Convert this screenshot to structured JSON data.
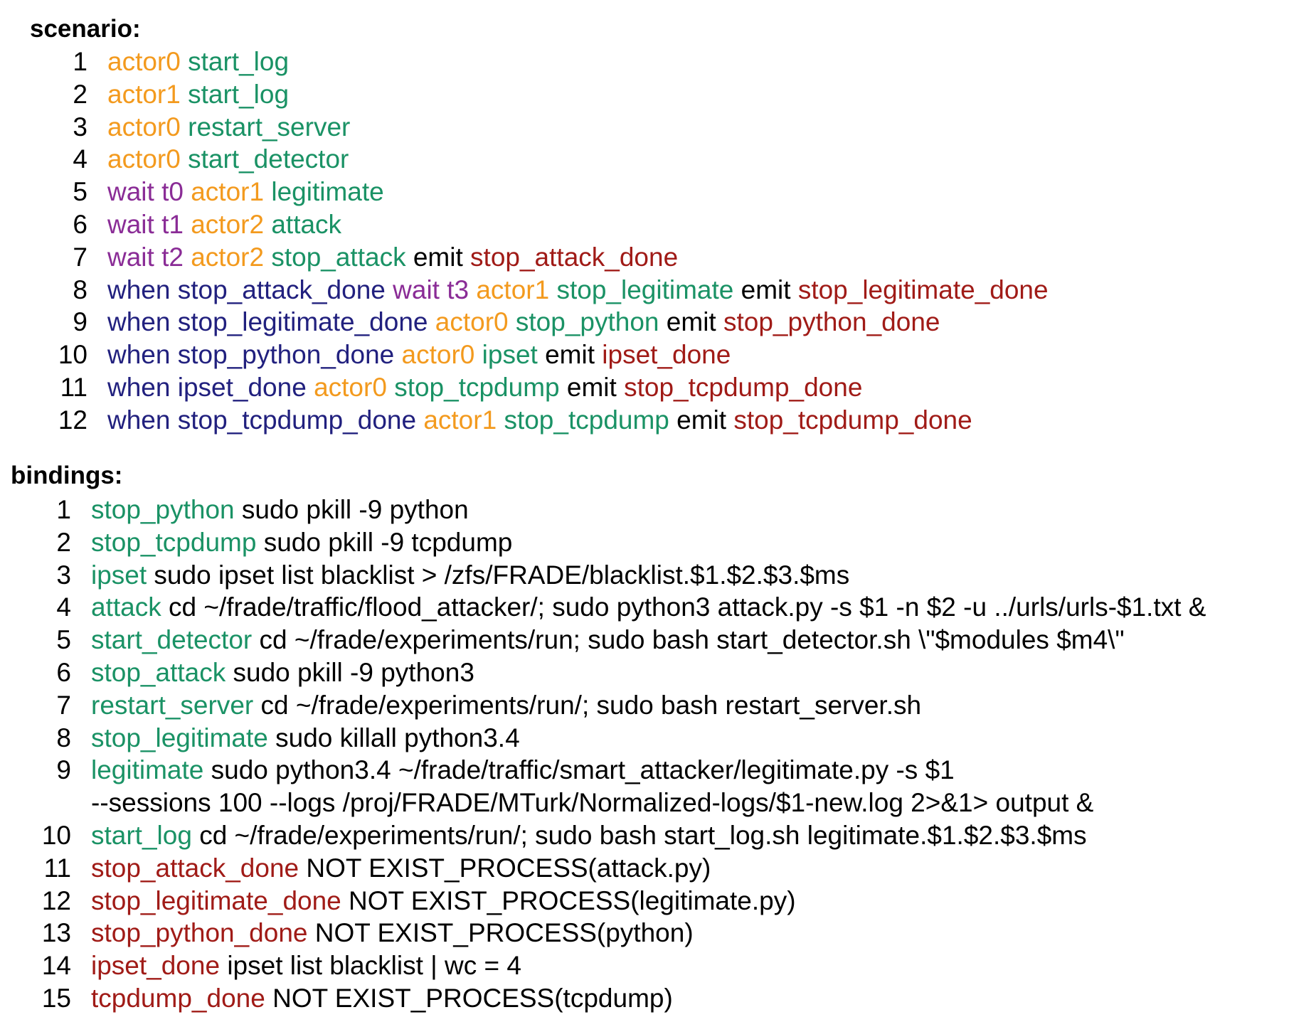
{
  "colors": {
    "actor": "#f39a1e",
    "action": "#1a9265",
    "wait": "#8a2c96",
    "when": "#21207e",
    "signal": "#a01b17",
    "plain": "#000000"
  },
  "scenario": {
    "title": "scenario:",
    "lines": [
      {
        "num": "1",
        "tokens": [
          {
            "text": "actor0",
            "role": "actor"
          },
          {
            "text": " ",
            "role": "plain"
          },
          {
            "text": "start_log",
            "role": "action"
          }
        ]
      },
      {
        "num": "2",
        "tokens": [
          {
            "text": "actor1",
            "role": "actor"
          },
          {
            "text": " ",
            "role": "plain"
          },
          {
            "text": "start_log",
            "role": "action"
          }
        ]
      },
      {
        "num": "3",
        "tokens": [
          {
            "text": "actor0",
            "role": "actor"
          },
          {
            "text": " ",
            "role": "plain"
          },
          {
            "text": "restart_server",
            "role": "action"
          }
        ]
      },
      {
        "num": "4",
        "tokens": [
          {
            "text": "actor0",
            "role": "actor"
          },
          {
            "text": " ",
            "role": "plain"
          },
          {
            "text": "start_detector",
            "role": "action"
          }
        ]
      },
      {
        "num": "5",
        "tokens": [
          {
            "text": "wait t0",
            "role": "wait"
          },
          {
            "text": " ",
            "role": "plain"
          },
          {
            "text": "actor1",
            "role": "actor"
          },
          {
            "text": " ",
            "role": "plain"
          },
          {
            "text": "legitimate",
            "role": "action"
          }
        ]
      },
      {
        "num": "6",
        "tokens": [
          {
            "text": "wait t1",
            "role": "wait"
          },
          {
            "text": " ",
            "role": "plain"
          },
          {
            "text": "actor2",
            "role": "actor"
          },
          {
            "text": " ",
            "role": "plain"
          },
          {
            "text": "attack",
            "role": "action"
          }
        ]
      },
      {
        "num": "7",
        "tokens": [
          {
            "text": "wait t2",
            "role": "wait"
          },
          {
            "text": " ",
            "role": "plain"
          },
          {
            "text": "actor2",
            "role": "actor"
          },
          {
            "text": " ",
            "role": "plain"
          },
          {
            "text": "stop_attack",
            "role": "action"
          },
          {
            "text": " emit ",
            "role": "plain"
          },
          {
            "text": "stop_attack_done",
            "role": "signal"
          }
        ]
      },
      {
        "num": "8",
        "tokens": [
          {
            "text": "when stop_attack_done",
            "role": "when"
          },
          {
            "text": " ",
            "role": "plain"
          },
          {
            "text": "wait t3",
            "role": "wait"
          },
          {
            "text": " ",
            "role": "plain"
          },
          {
            "text": "actor1",
            "role": "actor"
          },
          {
            "text": " ",
            "role": "plain"
          },
          {
            "text": "stop_legitimate",
            "role": "action"
          },
          {
            "text": " emit ",
            "role": "plain"
          },
          {
            "text": "stop_legitimate_done",
            "role": "signal"
          }
        ]
      },
      {
        "num": "9",
        "tokens": [
          {
            "text": "when stop_legitimate_done",
            "role": "when"
          },
          {
            "text": " ",
            "role": "plain"
          },
          {
            "text": "actor0",
            "role": "actor"
          },
          {
            "text": " ",
            "role": "plain"
          },
          {
            "text": "stop_python",
            "role": "action"
          },
          {
            "text": " emit ",
            "role": "plain"
          },
          {
            "text": "stop_python_done",
            "role": "signal"
          }
        ]
      },
      {
        "num": "10",
        "tokens": [
          {
            "text": "when stop_python_done",
            "role": "when"
          },
          {
            "text": " ",
            "role": "plain"
          },
          {
            "text": "actor0",
            "role": "actor"
          },
          {
            "text": " ",
            "role": "plain"
          },
          {
            "text": "ipset",
            "role": "action"
          },
          {
            "text": " emit ",
            "role": "plain"
          },
          {
            "text": "ipset_done",
            "role": "signal"
          }
        ]
      },
      {
        "num": "11",
        "tokens": [
          {
            "text": "when ipset_done",
            "role": "when"
          },
          {
            "text": " ",
            "role": "plain"
          },
          {
            "text": "actor0",
            "role": "actor"
          },
          {
            "text": " ",
            "role": "plain"
          },
          {
            "text": "stop_tcpdump",
            "role": "action"
          },
          {
            "text": " emit ",
            "role": "plain"
          },
          {
            "text": "stop_tcpdump_done",
            "role": "signal"
          }
        ]
      },
      {
        "num": "12",
        "tokens": [
          {
            "text": "when stop_tcpdump_done",
            "role": "when"
          },
          {
            "text": " ",
            "role": "plain"
          },
          {
            "text": "actor1",
            "role": "actor"
          },
          {
            "text": " ",
            "role": "plain"
          },
          {
            "text": "stop_tcpdump",
            "role": "action"
          },
          {
            "text": " emit ",
            "role": "plain"
          },
          {
            "text": "stop_tcpdump_done",
            "role": "signal"
          }
        ]
      }
    ]
  },
  "bindings": {
    "title": "bindings:",
    "lines": [
      {
        "num": "1",
        "tokens": [
          {
            "text": "stop_python",
            "role": "action"
          },
          {
            "text": " sudo pkill -9 python",
            "role": "plain"
          }
        ]
      },
      {
        "num": "2",
        "tokens": [
          {
            "text": "stop_tcpdump",
            "role": "action"
          },
          {
            "text": " sudo pkill -9 tcpdump",
            "role": "plain"
          }
        ]
      },
      {
        "num": "3",
        "tokens": [
          {
            "text": "ipset",
            "role": "action"
          },
          {
            "text": " sudo ipset list blacklist > /zfs/FRADE/blacklist.$1.$2.$3.$ms",
            "role": "plain"
          }
        ]
      },
      {
        "num": "4",
        "tokens": [
          {
            "text": "attack",
            "role": "action"
          },
          {
            "text": " cd ~/frade/traffic/flood_attacker/; sudo python3 attack.py -s $1 -n $2 -u ../urls/urls-$1.txt &",
            "role": "plain"
          }
        ]
      },
      {
        "num": "5",
        "tokens": [
          {
            "text": "start_detector",
            "role": "action"
          },
          {
            "text": " cd ~/frade/experiments/run; sudo bash start_detector.sh \\\"$modules $m4\\\"",
            "role": "plain"
          }
        ]
      },
      {
        "num": "6",
        "tokens": [
          {
            "text": "stop_attack",
            "role": "action"
          },
          {
            "text": " sudo pkill -9 python3",
            "role": "plain"
          }
        ]
      },
      {
        "num": "7",
        "tokens": [
          {
            "text": "restart_server",
            "role": "action"
          },
          {
            "text": " cd ~/frade/experiments/run/; sudo bash restart_server.sh",
            "role": "plain"
          }
        ]
      },
      {
        "num": "8",
        "tokens": [
          {
            "text": "stop_legitimate",
            "role": "action"
          },
          {
            "text": " sudo killall python3.4",
            "role": "plain"
          }
        ]
      },
      {
        "num": "9",
        "tokens": [
          {
            "text": "legitimate",
            "role": "action"
          },
          {
            "text": " sudo python3.4 ~/frade/traffic/smart_attacker/legitimate.py -s $1",
            "role": "plain"
          }
        ]
      },
      {
        "num": "",
        "tokens": [
          {
            "text": "--sessions 100 --logs /proj/FRADE/MTurk/Normalized-logs/$1-new.log 2>&1> output &",
            "role": "plain"
          }
        ]
      },
      {
        "num": "10",
        "tokens": [
          {
            "text": "start_log",
            "role": "action"
          },
          {
            "text": " cd ~/frade/experiments/run/; sudo bash start_log.sh legitimate.$1.$2.$3.$ms",
            "role": "plain"
          }
        ]
      },
      {
        "num": "11",
        "tokens": [
          {
            "text": "stop_attack_done",
            "role": "signal"
          },
          {
            "text": " NOT EXIST_PROCESS(attack.py)",
            "role": "plain"
          }
        ]
      },
      {
        "num": "12",
        "tokens": [
          {
            "text": "stop_legitimate_done",
            "role": "signal"
          },
          {
            "text": " NOT EXIST_PROCESS(legitimate.py)",
            "role": "plain"
          }
        ]
      },
      {
        "num": "13",
        "tokens": [
          {
            "text": "stop_python_done",
            "role": "signal"
          },
          {
            "text": " NOT EXIST_PROCESS(python)",
            "role": "plain"
          }
        ]
      },
      {
        "num": "14",
        "tokens": [
          {
            "text": "ipset_done",
            "role": "signal"
          },
          {
            "text": " ipset list blacklist | wc = 4",
            "role": "plain"
          }
        ]
      },
      {
        "num": "15",
        "tokens": [
          {
            "text": "tcpdump_done",
            "role": "signal"
          },
          {
            "text": " NOT EXIST_PROCESS(tcpdump)",
            "role": "plain"
          }
        ]
      }
    ]
  }
}
